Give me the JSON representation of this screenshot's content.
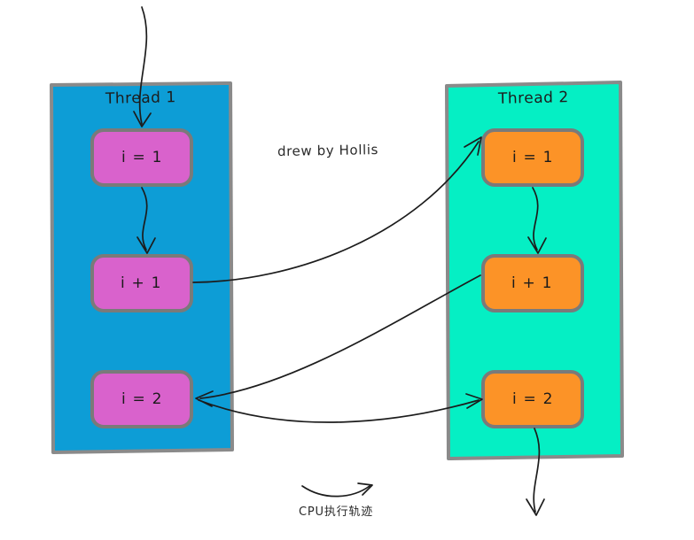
{
  "diagram": {
    "title_note": "drew by Hollis",
    "caption": "CPU执行轨迹",
    "colors": {
      "thread1_panel": "#0D9DD6",
      "thread1_box": "#D962CC",
      "thread2_panel": "#05EFC4",
      "thread2_box": "#FC9327",
      "stroke": "#7a7a7a",
      "arrow": "#1c1c1c",
      "background": "#ffffff",
      "text": "#1c1c1c"
    },
    "threads": [
      {
        "id": "thread-1",
        "title": "Thread 1",
        "steps": [
          {
            "id": "t1-step-1",
            "label": "i = 1"
          },
          {
            "id": "t1-step-2",
            "label": "i + 1"
          },
          {
            "id": "t1-step-3",
            "label": "i = 2"
          }
        ]
      },
      {
        "id": "thread-2",
        "title": "Thread 2",
        "steps": [
          {
            "id": "t2-step-1",
            "label": "i = 1"
          },
          {
            "id": "t2-step-2",
            "label": "i + 1"
          },
          {
            "id": "t2-step-3",
            "label": "i = 2"
          }
        ]
      }
    ],
    "arrows": [
      {
        "id": "entry-arrow",
        "from": "top-edge",
        "to": "t1-step-1"
      },
      {
        "id": "t1-flow-1",
        "from": "t1-step-1",
        "to": "t1-step-2"
      },
      {
        "id": "cross-arrow-1",
        "from": "t1-step-2",
        "to": "t2-step-1"
      },
      {
        "id": "t2-flow-1",
        "from": "t2-step-1",
        "to": "t2-step-2"
      },
      {
        "id": "cross-arrow-2",
        "from": "t2-step-2",
        "to": "t1-step-3"
      },
      {
        "id": "cross-arrow-3",
        "from": "t1-step-3",
        "to": "t2-step-3"
      },
      {
        "id": "exit-arrow",
        "from": "t2-step-3",
        "to": "bottom-edge"
      },
      {
        "id": "caption-arrow",
        "from": "left",
        "to": "right"
      }
    ]
  }
}
